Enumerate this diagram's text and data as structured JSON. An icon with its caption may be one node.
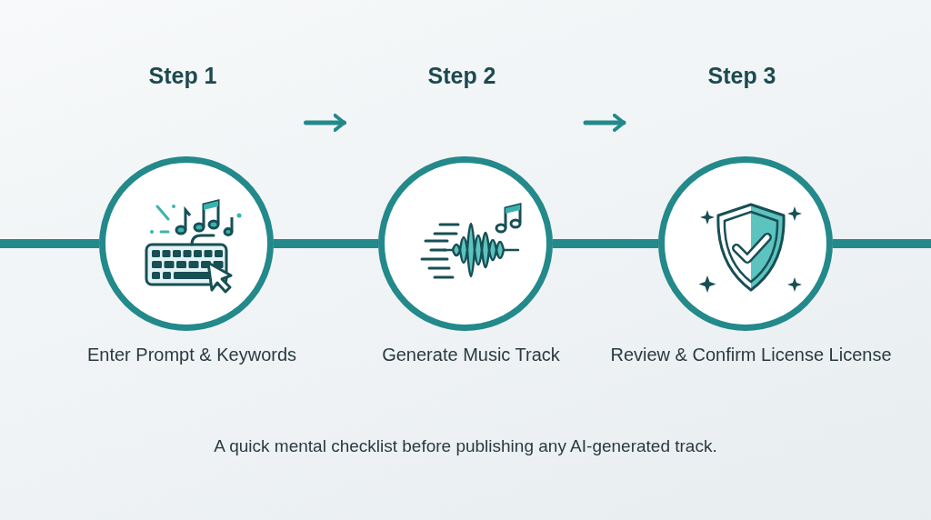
{
  "diagram": {
    "caption": "A quick mental checklist before publishing any AI-generated track.",
    "nodes": [
      {
        "text": [
          "Step 1"
        ],
        "beside": [
          "Enter Prompt & Keywords"
        ]
      },
      {
        "text": [
          "Step 2"
        ],
        "beside": [
          "Generate Music Track"
        ]
      },
      {
        "text": [
          "Step 3"
        ],
        "beside": [
          "Review & Confirm License License"
        ]
      }
    ],
    "edges": [
      {
        "from": null,
        "to": 0,
        "arrow": "none"
      },
      {
        "from": 0,
        "to": 1,
        "arrow": "none"
      },
      {
        "from": 1,
        "to": 2,
        "arrow": "none"
      },
      {
        "from": 2,
        "to": null,
        "arrow": "none"
      },
      {
        "from": 0,
        "to": 1,
        "arrow": "to"
      },
      {
        "from": 1,
        "to": 2,
        "arrow": "to"
      }
    ]
  }
}
